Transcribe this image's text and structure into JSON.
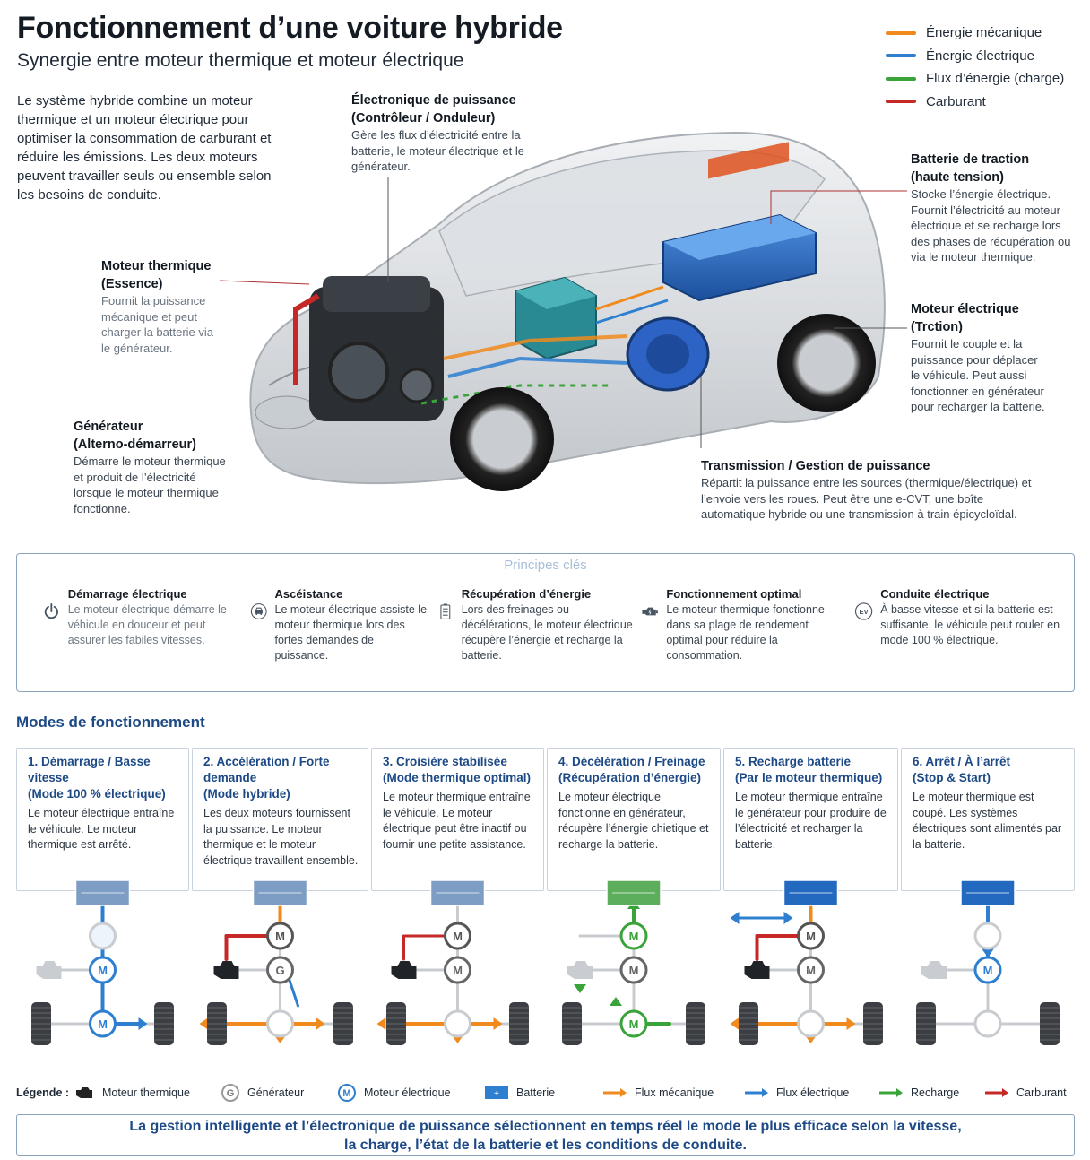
{
  "header": {
    "title": "Fonctionnement d’une voiture hybride",
    "subtitle": "Synergie entre moteur thermique et moteur électrique",
    "intro": "Le système hybride combine un moteur thermique et un moteur électrique pour optimiser la consommation de carburant et réduire les émissions. Les deux moteurs peuvent travailler seuls ou ensemble selon les besoins de conduite."
  },
  "legend": [
    {
      "label": "Énergie mécanique",
      "color": "#f08a1c"
    },
    {
      "label": "Énergie électrique",
      "color": "#2f7fd0"
    },
    {
      "label": "Flux d’énergie (charge)",
      "color": "#3aa43a"
    },
    {
      "label": "Carburant",
      "color": "#c62828"
    }
  ],
  "callouts": {
    "electronique": {
      "title1": "Électronique de puissance",
      "title2": "(Contrôleur / Onduleur)",
      "desc": "Gère les flux d’électricité entre la batterie, le moteur électrique et le générateur."
    },
    "batterie": {
      "title1": "Batterie de traction",
      "title2": "(haute tension)",
      "desc": "Stocke l’énergie électrique. Fournit l’électricité au moteur électrique et se recharge lors des phases de récupération ou via le moteur thermique."
    },
    "thermique": {
      "title1": "Moteur thermique",
      "title2": "(Essence)",
      "desc": "Fournit la puissance mécanique et peut charger la batterie via le générateur."
    },
    "electrique": {
      "title1": "Moteur électrique",
      "title2": "(Trction)",
      "desc": "Fournit le couple et la puissance pour déplacer le véhicule. Peut aussi fonctionner en générateur pour recharger la batterie."
    },
    "generateur": {
      "title1": "Générateur",
      "title2": "(Alterno-démarreur)",
      "desc": "Démarre le moteur thermique et produit de l’électricité lorsque le moteur thermique fonctionne."
    },
    "transmission": {
      "title1": "Transmission / Gestion de puissance",
      "desc": "Répartit la puissance entre les sources (thermique/électrique) et l’envoie vers les roues. Peut être une e-CVT, une boîte automatique hybride ou une transmission à train épicycloïdal."
    }
  },
  "principes": {
    "title": "Principes clés",
    "items": [
      {
        "icon": "power-icon",
        "title": "Démarrage électrique",
        "desc": "Le moteur électrique démarre le véhicule en douceur et peut assurer les fabiles vitesses."
      },
      {
        "icon": "car-assist-icon",
        "title": "Ascéistance",
        "desc": "Le moteur électrique assiste le moteur thermique lors des fortes demandes de puissance."
      },
      {
        "icon": "battery-icon",
        "title": "Récupération d’énergie",
        "desc": "Lors des freinages ou décélérations, le moteur électrique récupère l’énergie et recharge la batterie."
      },
      {
        "icon": "engine-icon",
        "title": "Fonctionnement optimal",
        "desc": "Le moteur thermique fonctionne dans sa plage de rendement optimal pour réduire la consommation."
      },
      {
        "icon": "ev-icon",
        "title": "Conduite électrique",
        "desc": "À basse vitesse et si la batterie est suffisante, le véhicule peut rouler en mode 100 % électrique."
      }
    ]
  },
  "modes": {
    "title": "Modes de fonctionnement",
    "items": [
      {
        "title1": "1. Démarrage / Basse vitesse",
        "title2": "(Mode 100 % électrique)",
        "desc": "Le moteur électrique entraîne le véhicule. Le moteur thermique est arrêté."
      },
      {
        "title1": "2. Accélération / Forte demande",
        "title2": "(Mode hybride)",
        "desc": "Les deux moteurs fournissent la puissance. Le moteur thermique et le moteur électrique travaillent ensemble."
      },
      {
        "title1": "3. Croisière stabilisée",
        "title2": "(Mode thermique optimal)",
        "desc": "Le moteur thermique entraîne le véhicule. Le moteur électrique peut être inactif ou fournir une petite assistance."
      },
      {
        "title1": "4. Décélération / Freinage",
        "title2": "(Récupération d’énergie)",
        "desc": "Le moteur électrique fonctionne en générateur, récupère l’énergie chietique et recharge la batterie."
      },
      {
        "title1": "5. Recharge batterie",
        "title2": "(Par le moteur thermique)",
        "desc": "Le moteur thermique entraîne le générateur pour produire de l’électricité et recharger la batterie."
      },
      {
        "title1": "6. Arrêt / À l’arrêt",
        "title2": "(Stop & Start)",
        "desc": "Le moteur thermique est coupé. Les systèmes électriques sont alimentés par la batterie."
      }
    ]
  },
  "bottom_legend": {
    "label": "Légende :",
    "items": [
      "Moteur thermique",
      "Générateur",
      "Moteur électrique",
      "Batterie",
      "Flux mécanique",
      "Flux électrique",
      "Recharge",
      "Carburant"
    ]
  },
  "footer": {
    "line1": "La gestion intelligente et l’électronique de puissance sélectionnent en temps réel le mode le plus efficace selon la vitesse,",
    "line2": "la charge, l’état de la batterie et les conditions de conduite."
  }
}
